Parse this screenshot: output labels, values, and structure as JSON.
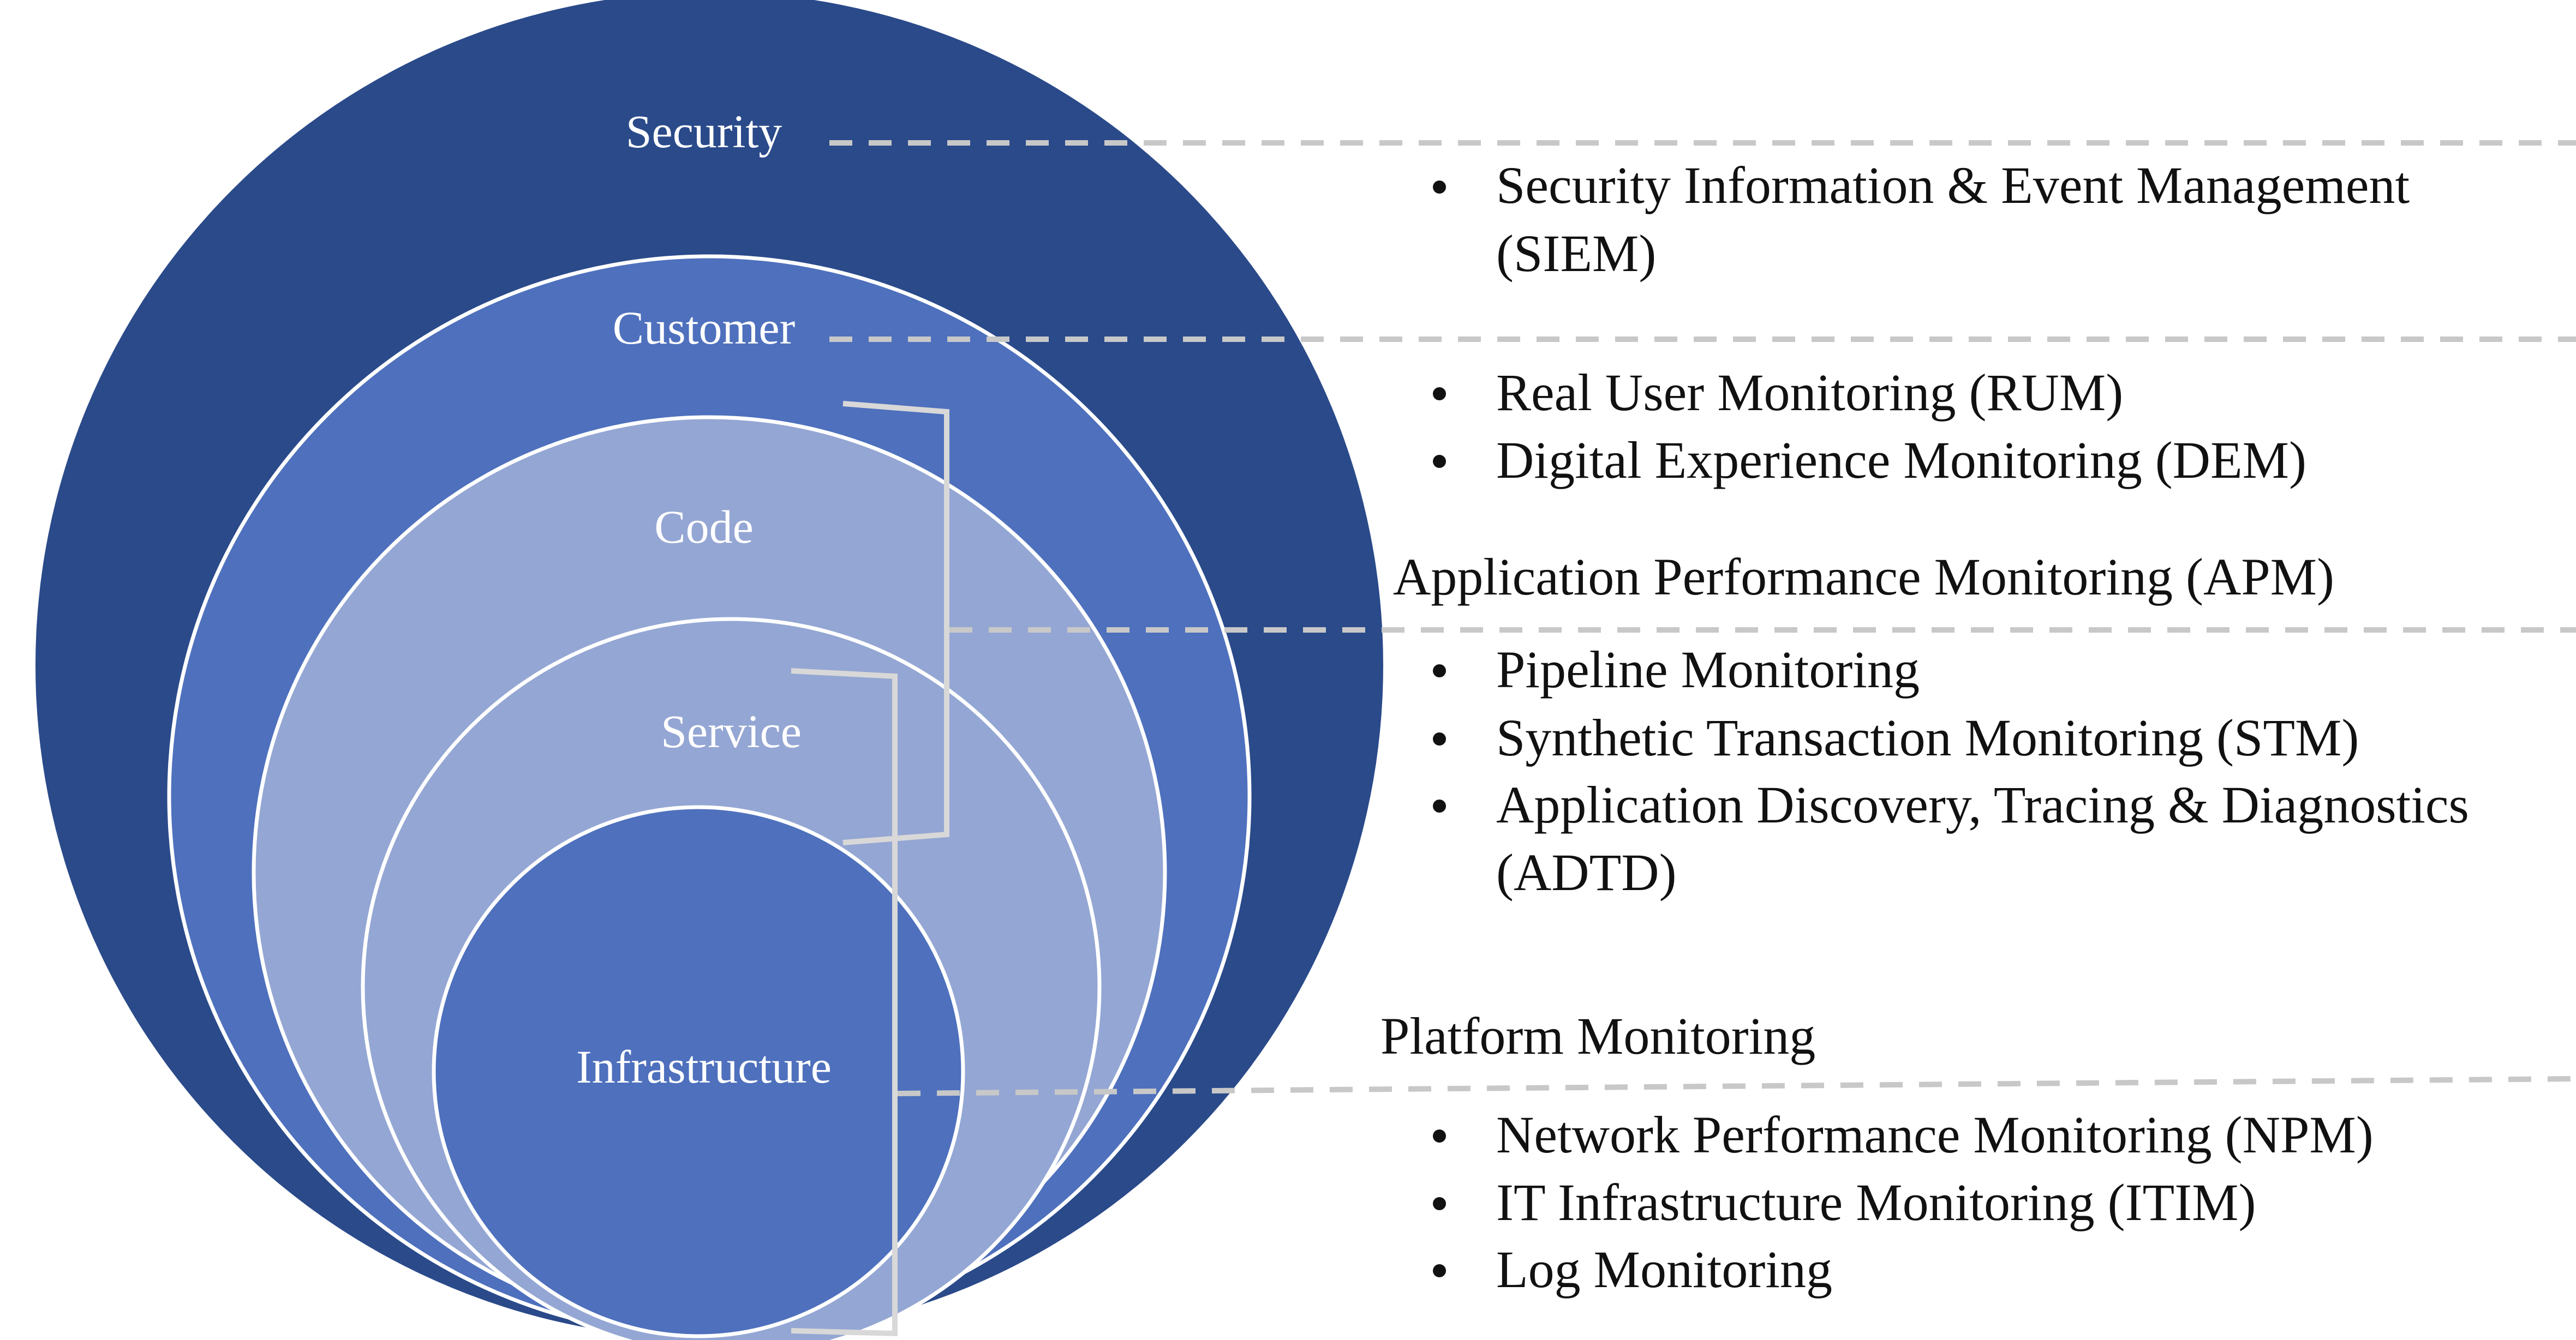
{
  "colors": {
    "security": "#2a4a8a",
    "customer": "#4e70bd",
    "code": "#94a6d3",
    "service": "#94a6d3",
    "infrastructure": "#4e70bd"
  },
  "layers": [
    {
      "id": "security",
      "label": "Security"
    },
    {
      "id": "customer",
      "label": "Customer"
    },
    {
      "id": "code",
      "label": "Code"
    },
    {
      "id": "service",
      "label": "Service"
    },
    {
      "id": "infrastructure",
      "label": "Infrastructure"
    }
  ],
  "groups": {
    "security": {
      "items": [
        {
          "lines": [
            "Security Information & Event Management",
            "(SIEM)"
          ]
        }
      ]
    },
    "customer": {
      "items": [
        {
          "lines": [
            "Real User Monitoring (RUM)"
          ]
        },
        {
          "lines": [
            "Digital Experience Monitoring (DEM)"
          ]
        }
      ]
    },
    "apm": {
      "heading": "Application Performance Monitoring (APM)",
      "items": [
        {
          "lines": [
            "Pipeline Monitoring"
          ]
        },
        {
          "lines": [
            "Synthetic Transaction Monitoring (STM)"
          ]
        },
        {
          "lines": [
            "Application Discovery, Tracing & Diagnostics",
            "(ADTD)"
          ]
        }
      ]
    },
    "platform": {
      "heading": "Platform Monitoring",
      "items": [
        {
          "lines": [
            "Network Performance Monitoring (NPM)"
          ]
        },
        {
          "lines": [
            "IT Infrastructure Monitoring (ITIM)"
          ]
        },
        {
          "lines": [
            "Log Monitoring"
          ]
        }
      ]
    }
  }
}
